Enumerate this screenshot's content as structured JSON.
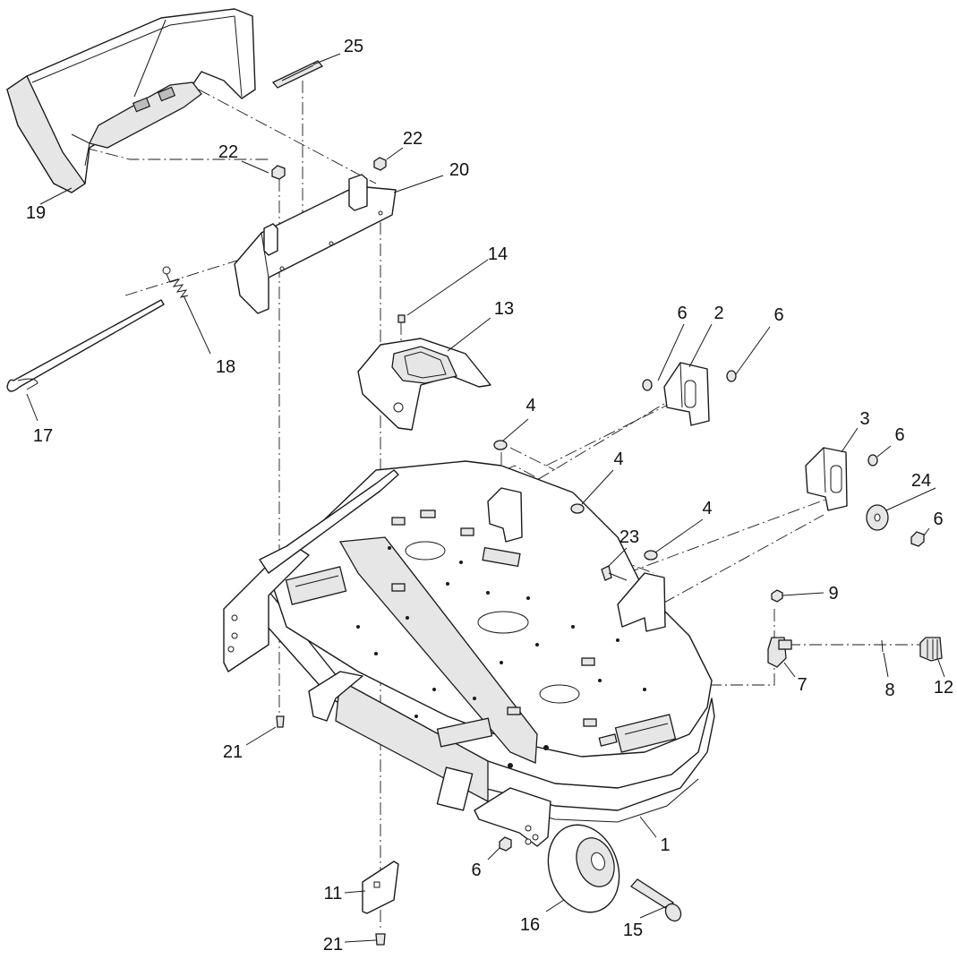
{
  "callouts": [
    {
      "id": "1",
      "label": "1"
    },
    {
      "id": "2",
      "label": "2"
    },
    {
      "id": "3",
      "label": "3"
    },
    {
      "id": "4a",
      "label": "4"
    },
    {
      "id": "4b",
      "label": "4"
    },
    {
      "id": "4c",
      "label": "4"
    },
    {
      "id": "6a",
      "label": "6"
    },
    {
      "id": "6b",
      "label": "6"
    },
    {
      "id": "6c",
      "label": "6"
    },
    {
      "id": "6d",
      "label": "6"
    },
    {
      "id": "6e",
      "label": "6"
    },
    {
      "id": "7",
      "label": "7"
    },
    {
      "id": "8",
      "label": "8"
    },
    {
      "id": "9",
      "label": "9"
    },
    {
      "id": "11",
      "label": "11"
    },
    {
      "id": "12",
      "label": "12"
    },
    {
      "id": "13",
      "label": "13"
    },
    {
      "id": "14",
      "label": "14"
    },
    {
      "id": "15",
      "label": "15"
    },
    {
      "id": "16",
      "label": "16"
    },
    {
      "id": "17",
      "label": "17"
    },
    {
      "id": "18",
      "label": "18"
    },
    {
      "id": "19",
      "label": "19"
    },
    {
      "id": "20",
      "label": "20"
    },
    {
      "id": "21a",
      "label": "21"
    },
    {
      "id": "21b",
      "label": "21"
    },
    {
      "id": "22a",
      "label": "22"
    },
    {
      "id": "22b",
      "label": "22"
    },
    {
      "id": "23",
      "label": "23"
    },
    {
      "id": "24",
      "label": "24"
    },
    {
      "id": "25",
      "label": "25"
    }
  ]
}
